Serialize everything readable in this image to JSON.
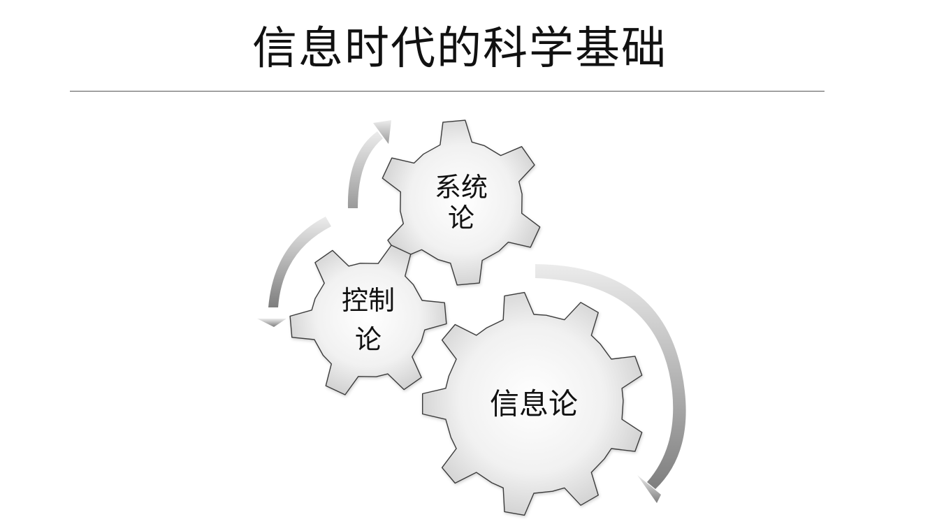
{
  "slide": {
    "title": "信息时代的科学基础"
  },
  "diagram": {
    "type": "gear-cycle",
    "gears": [
      {
        "id": "system",
        "lines": [
          "系统",
          "论"
        ]
      },
      {
        "id": "control",
        "lines": [
          "控制",
          "论"
        ]
      },
      {
        "id": "information",
        "lines": [
          "信息论"
        ]
      }
    ],
    "arrows": 3
  },
  "colors": {
    "gear_center": "#ffffff",
    "gear_edge": "#cfcfcf",
    "gear_stroke": "#3a3a3a",
    "arrow_light": "#e8e8e8",
    "arrow_dark": "#7e7e7e",
    "rule": "#555555"
  }
}
